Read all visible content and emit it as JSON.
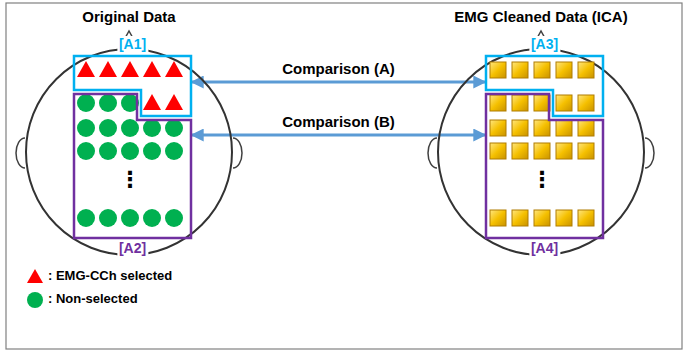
{
  "diagram": {
    "nodes": [
      {
        "text": [
          "Original Data"
        ]
      },
      {
        "text": [
          "[A1]"
        ],
        "in": 0
      },
      {
        "text": [
          "[A2]"
        ],
        "in": 0
      },
      {
        "text": [
          "EMG Cleaned Data (ICA)"
        ]
      },
      {
        "text": [
          "[A3]"
        ],
        "in": 3
      },
      {
        "text": [
          "[A4]"
        ],
        "in": 3
      }
    ],
    "edges": [
      {
        "from": 1,
        "to": 4,
        "arrow": "both",
        "label": "Comparison (A)"
      },
      {
        "from": 2,
        "to": 5,
        "arrow": "both",
        "label": "Comparison (B)"
      }
    ],
    "labels": [
      "⋮",
      "⋮"
    ],
    "legend": [
      {
        "text": ": EMG-CCh selected"
      },
      {
        "text": ": Non-selected"
      }
    ]
  }
}
